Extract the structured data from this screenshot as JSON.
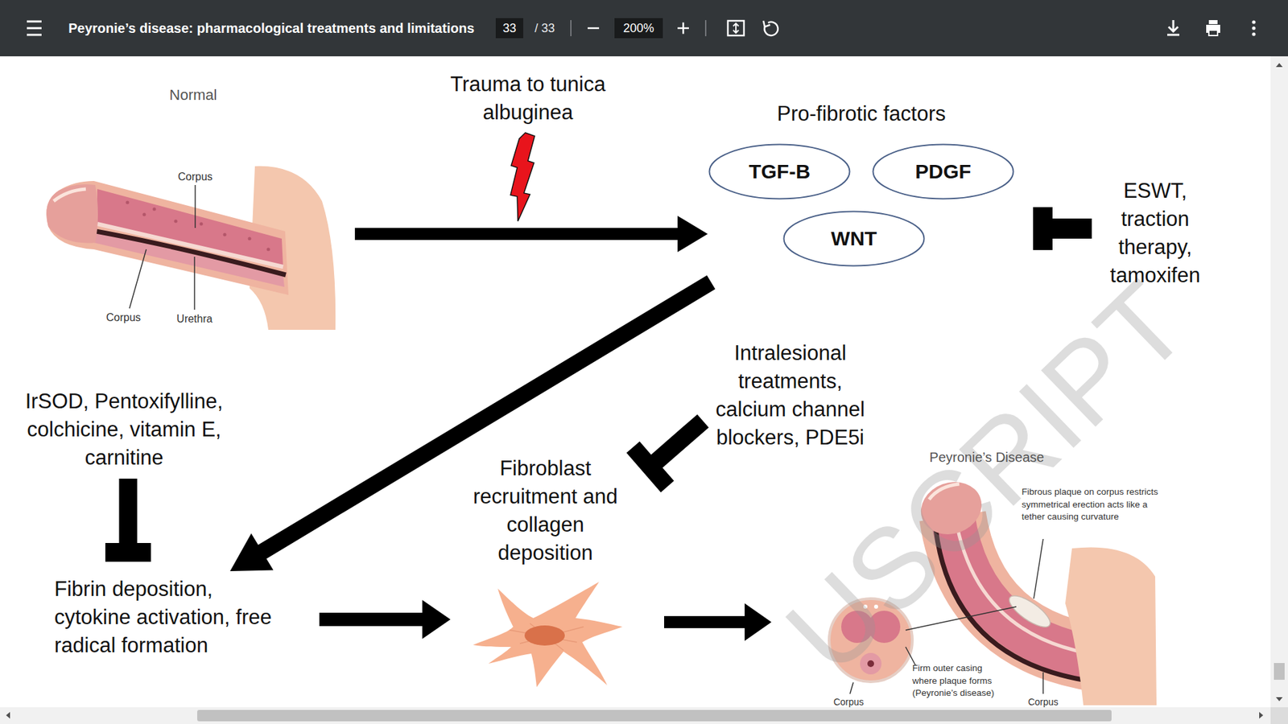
{
  "diagram": {
    "nodes": [
      {
        "text": [
          "Pro-fibrotic factors"
        ]
      },
      {
        "text": [
          "TGF-B"
        ],
        "in": 0
      },
      {
        "text": [
          "PDGF"
        ],
        "in": 0
      },
      {
        "text": [
          "WNT"
        ],
        "in": 0
      },
      {
        "text": [
          "ESWT, traction therapy, tamoxifen"
        ]
      },
      {
        "text": [
          "Intralesional treatments, calcium channel blockers, PDE5i"
        ]
      },
      {
        "text": [
          "IrSOD, Pentoxifylline, colchicine, vitamin E, carnitine"
        ]
      },
      {
        "text": [
          "Fibrin deposition, cytokine activation, free radical formation"
        ]
      },
      {
        "text": [
          "Fibroblast recruitment and collagen deposition"
        ]
      }
    ],
    "edges": [
      {
        "from": 0,
        "to": 7,
        "arrow": "to"
      },
      {
        "from": 7,
        "to": 8,
        "arrow": "to"
      },
      {
        "from": 4,
        "to": 0,
        "arrow": "to"
      },
      {
        "from": 5,
        "to": 8,
        "arrow": "to"
      },
      {
        "from": 6,
        "to": 7,
        "arrow": "to"
      }
    ],
    "labels": [
      "Peyronie’s disease: pharmacological treatments and limitations",
      "33",
      "/ 33",
      "200%",
      "Normal",
      "Corpus",
      "Corpus",
      "Urethra",
      "Trauma to tunica albuginea",
      "Peyronie’s Disease",
      "Fibrous plaque on corpus restricts symmetrical erection acts like a tether causing curvature",
      "Firm outer casing where plaque forms (Peyronie’s disease)",
      "Corpus",
      "Corpus",
      "USCRIPT"
    ]
  }
}
